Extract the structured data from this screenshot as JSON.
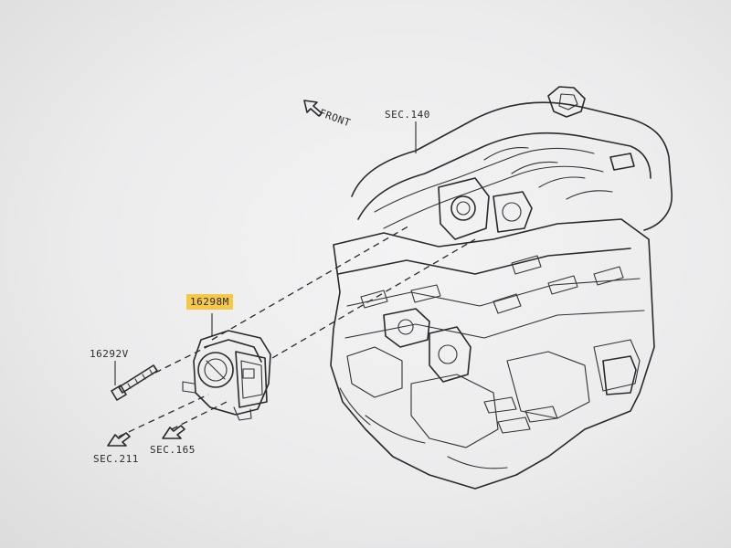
{
  "labels": {
    "front": "FRONT",
    "sec_140": "SEC.140",
    "part_throttle": "16298M",
    "part_bolt": "16292V",
    "sec_211": "SEC.211",
    "sec_165": "SEC.165"
  },
  "colors": {
    "highlight": "#f6c84a",
    "ink": "#2a2a2c"
  }
}
